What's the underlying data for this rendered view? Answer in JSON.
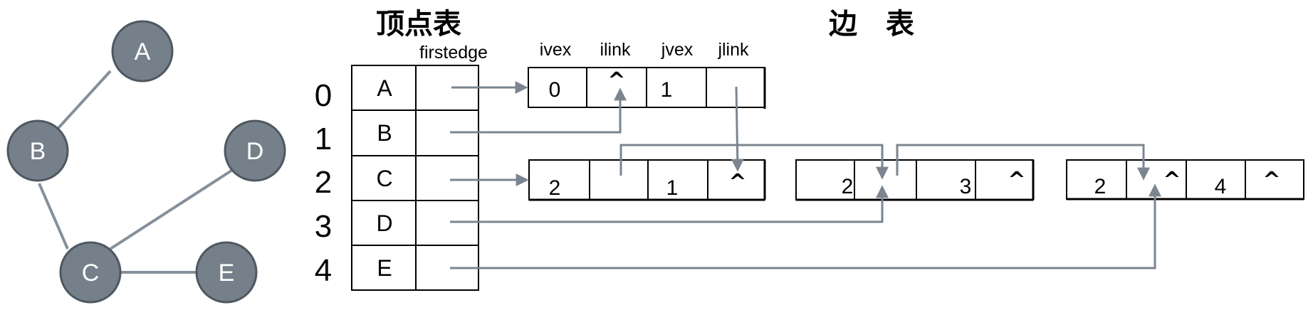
{
  "graph": {
    "nodes": [
      "A",
      "B",
      "C",
      "D",
      "E"
    ],
    "edges": [
      [
        "A",
        "B"
      ],
      [
        "B",
        "C"
      ],
      [
        "C",
        "D"
      ],
      [
        "C",
        "E"
      ]
    ]
  },
  "vertex_table": {
    "title": "顶点表",
    "firstedge_header": "firstedge",
    "indices": [
      "0",
      "1",
      "2",
      "3",
      "4"
    ],
    "vertices": [
      "A",
      "B",
      "C",
      "D",
      "E"
    ]
  },
  "edge_table": {
    "title": "边　表",
    "headers": [
      "ivex",
      "ilink",
      "jvex",
      "jlink"
    ],
    "null_symbol": "^",
    "edges": [
      {
        "ivex": "0",
        "ilink": "^",
        "jvex": "1",
        "jlink": ""
      },
      {
        "ivex": "2",
        "ilink": "",
        "jvex": "1",
        "jlink": "^"
      },
      {
        "ivex": "2",
        "ilink": "",
        "jvex": "3",
        "jlink": "^"
      },
      {
        "ivex": "2",
        "ilink": "^",
        "jvex": "4",
        "jlink": "^"
      }
    ]
  },
  "colors": {
    "node_fill": "#75808b",
    "node_stroke": "#4f5860",
    "edge_line": "#86909a",
    "arrow": "#7b858f",
    "cell_stroke": "#000000"
  }
}
